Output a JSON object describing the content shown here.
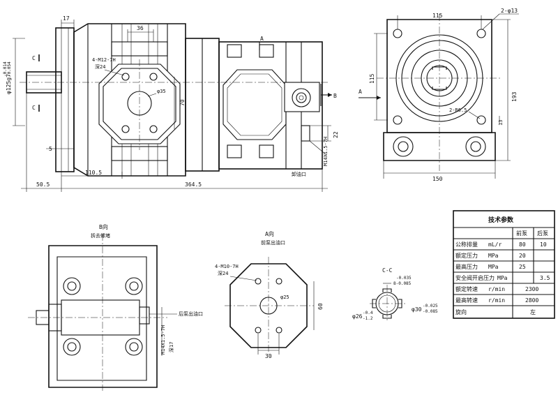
{
  "front_view": {
    "dims": {
      "d17": "17",
      "d36": "36",
      "d4m12": "4-M12-7H",
      "deep24": "深24",
      "phi35": "φ35",
      "d70": "70",
      "phi125": "φ125g7",
      "tol125a": "-0.014",
      "tol125b": "-0.054",
      "d5": "5",
      "d110": "110.5",
      "d50": "50.5",
      "d364": "364.5",
      "d22": "22",
      "m14": "M14X1.5-7H",
      "drain": "卸油口",
      "sec_a_label": "A",
      "sec_b_label": "B",
      "c_top": "C",
      "c_bot": "C"
    }
  },
  "side_view": {
    "dims": {
      "d115_top": "115",
      "holes": "2-φ13",
      "d115_side": "115",
      "d193": "193",
      "r65": "2-R6.5",
      "d13": "13",
      "d150": "150",
      "arrow_a": "A"
    }
  },
  "view_b": {
    "title": "B向",
    "subtitle": "拆去螺堵",
    "port_label": "后泵出油口",
    "m14": "M14X1.5-7H",
    "deep17": "深17"
  },
  "view_a": {
    "title": "A向",
    "subtitle": "前泵出油口",
    "thread": "4-M10-7H",
    "deep24": "深24",
    "phi25": "φ25",
    "d60": "60",
    "d30": "30"
  },
  "section_c": {
    "title": "C-C",
    "top_tol_a": "-0.035",
    "top_tol_b": "8-0.085",
    "left_tol_a": "-0.4",
    "left_label": "φ26",
    "left_tol_b": "-1.2",
    "right_label": "φ30",
    "right_tol_a": "-0.025",
    "right_tol_b": "-0.085"
  },
  "specs": {
    "title": "技术参数",
    "col_front": "前泵",
    "col_rear": "后泵",
    "rows": [
      {
        "label": "公称排量",
        "unit": "mL/r",
        "front": "80",
        "rear": "10"
      },
      {
        "label": "额定压力",
        "unit": "MPa",
        "front": "20",
        "rear": ""
      },
      {
        "label": "最高压力",
        "unit": "MPa",
        "front": "25",
        "rear": ""
      },
      {
        "label": "安全阀开启压力",
        "unit": "MPa",
        "front": "",
        "rear": "3.5"
      },
      {
        "label": "额定转速",
        "unit": "r/min",
        "merged": "2300"
      },
      {
        "label": "最高转速",
        "unit": "r/min",
        "merged": "2800"
      },
      {
        "label": "旋向",
        "unit": "",
        "merged": "左"
      }
    ]
  }
}
